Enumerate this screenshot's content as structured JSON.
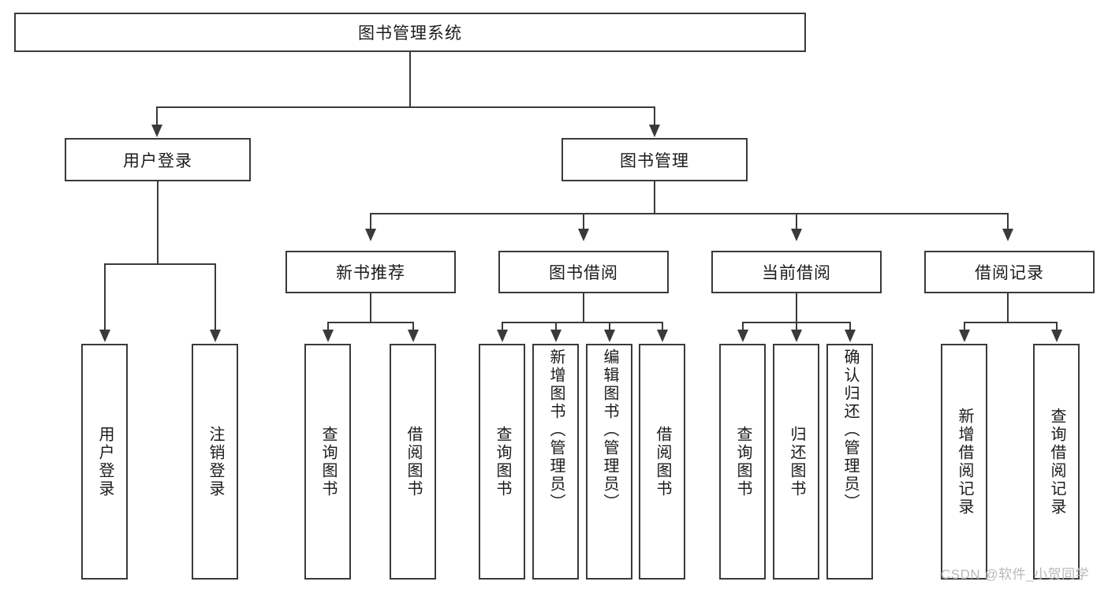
{
  "diagram": {
    "title": "图书管理系统",
    "type": "hierarchy-tree",
    "root": {
      "label": "图书管理系统"
    },
    "level1": [
      {
        "label": "用户登录"
      },
      {
        "label": "图书管理"
      }
    ],
    "level2": [
      {
        "label": "新书推荐"
      },
      {
        "label": "图书借阅"
      },
      {
        "label": "当前借阅"
      },
      {
        "label": "借阅记录"
      }
    ],
    "leaves": {
      "user_login": [
        {
          "label": "用户登录"
        },
        {
          "label": "注销登录"
        }
      ],
      "new_book_recommend": [
        {
          "label": "查询图书"
        },
        {
          "label": "借阅图书"
        }
      ],
      "book_borrow": [
        {
          "label": "查询图书"
        },
        {
          "label": "新增图书（管理员）"
        },
        {
          "label": "编辑图书（管理员）"
        },
        {
          "label": "借阅图书"
        }
      ],
      "current_borrow": [
        {
          "label": "查询图书"
        },
        {
          "label": "归还图书"
        },
        {
          "label": "确认归还（管理员）"
        }
      ],
      "borrow_record": [
        {
          "label": "新增借阅记录"
        },
        {
          "label": "查询借阅记录"
        }
      ]
    }
  },
  "watermark": {
    "text": "CSDN @软件_小贺同学"
  },
  "colors": {
    "stroke": "#3a3a3a",
    "text": "#1b1b1b",
    "background": "#ffffff",
    "watermark": "#b9b9b9"
  }
}
